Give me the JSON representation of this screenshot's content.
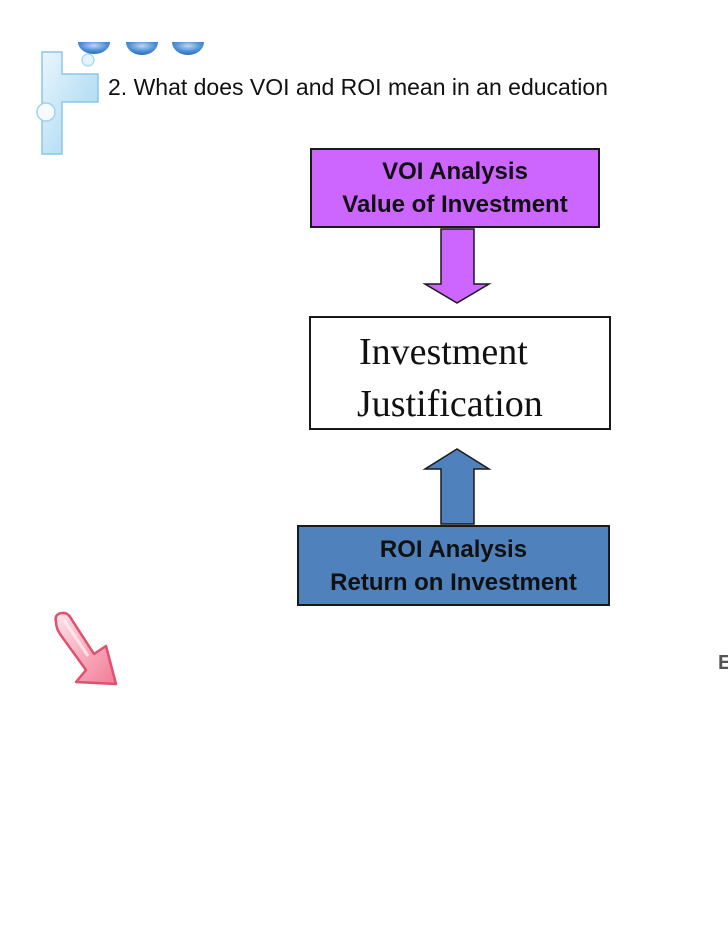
{
  "slide": {
    "title": "2. What does VOI and ROI mean in an education"
  },
  "diagram": {
    "voi_box": {
      "line1": "VOI Analysis",
      "line2": "Value of Investment",
      "color": "#cc66ff"
    },
    "investment_box": {
      "line1": "Investment",
      "line2": "Justification"
    },
    "roi_box": {
      "line1": "ROI Analysis",
      "line2": "Return on Investment",
      "color": "#4f81bd"
    },
    "arrow_down_color": "#cc66ff",
    "arrow_up_color": "#4f81bd"
  },
  "edge_text": "E",
  "icons": [
    "dots-icon",
    "puzzle-icon",
    "pointer-hand-icon"
  ]
}
